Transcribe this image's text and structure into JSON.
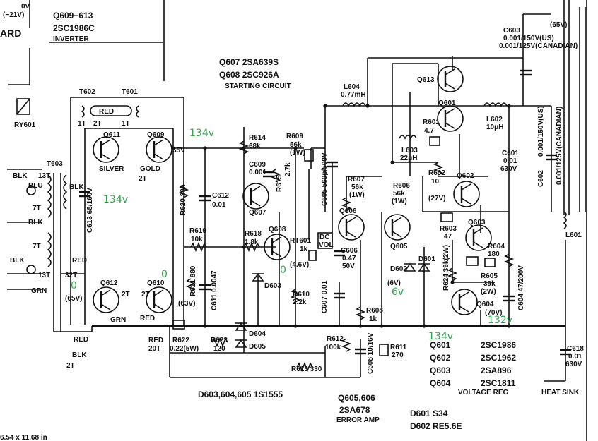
{
  "labels": {
    "q609_613_title": "Q609−613",
    "q609_613_part": "2SC1986C",
    "inverter": "INVERTER",
    "v0": "0V",
    "vm21": "(−21V)",
    "ard": "ARD",
    "q607_line": "Q607   2SA639S",
    "q608_line": "Q608   2SC926A",
    "starting_circuit": "STARTING CIRCUIT",
    "t602": "T602",
    "t601": "T601",
    "red_top": "RED",
    "one_t_a": "1T",
    "two_t_a": "2T",
    "one_t_b": "1T",
    "ry601": "RY601",
    "t603": "T603",
    "q611": "Q611",
    "q609": "Q609",
    "silver": "SILVER",
    "gold": "GOLD",
    "v65_q609": "65V",
    "two_t_q609": "2T",
    "blk_a": "BLK",
    "blu": "BLU",
    "thirteen_t_a": "13T",
    "seven_t_a": "7T",
    "blk_b": "BLK",
    "seven_t_b": "7T",
    "blk_c": "BLK",
    "thirteen_t_b": "13T",
    "grn_wire": "GRN",
    "blk_side": "BLK",
    "c613": "C613  68/160V",
    "red_mid": "RED",
    "thirtytwo_t": "32T",
    "r620": "R620  39k",
    "c612": "C612",
    "c612_val": "0.01",
    "r614": "R614",
    "r614_val": "68k",
    "c609": "C609",
    "c609_val": "0.001",
    "r615": "R615",
    "r615_val": "2.7k",
    "r609": "R609",
    "r609_val": "56k",
    "r609_w": "(1W)",
    "c605": "C605  560p/500V",
    "q607": "Q607",
    "r619": "R619",
    "r619_val": "10k",
    "r618": "R618",
    "r618_val": "1.8k",
    "q608": "Q608",
    "rt601": "RT601",
    "rt601_val": "1k",
    "dc_vol_a": "DC",
    "dc_vol_b": "VOL",
    "v4_6": "(4.6V)",
    "c606": "C606",
    "c606_val": "0.47",
    "c606_v": "50V",
    "d603": "D603",
    "r610": "R610",
    "r610_val": "2.2k",
    "c607": "C607  0.01",
    "r621": "R621  680",
    "c611": "C611  0.0047",
    "q612": "Q612",
    "q610": "Q610",
    "v65_q612": "(65V)",
    "two_t_q612": "2T",
    "two_t_q610": "2T",
    "grn_q612": "GRN",
    "red_q610": "RED",
    "v63": "(63V)",
    "red_bottom": "RED",
    "blk_bottom": "BLK",
    "two_t_bottom": "2T",
    "red_20t": "RED",
    "twenty_t": "20T",
    "r622": "R622",
    "r622_val": "0.22(5W)",
    "r623": "R623",
    "r623_val": "120",
    "d604": "D604",
    "d605": "D605",
    "r613": "R613  330",
    "l604": "L604",
    "l604_val": "0.77mH",
    "q613": "Q613",
    "q601": "Q601",
    "r601": "R601",
    "r601_val": "4.7",
    "l602": "L602",
    "l602_val": "10μH",
    "c603": "C603",
    "c603_v1": "0.001/150V(US)",
    "c603_v2": "0.001/125V(CANADIAN)",
    "v65_top": "(65V)",
    "l603": "L603",
    "l603_val": "22μH",
    "r602": "R602",
    "r602_val": "10",
    "q602": "Q602",
    "v27": "(27V)",
    "c601": "C601",
    "c601_val": "0.01",
    "c601_v": "630V",
    "c602": "C602",
    "c602_val": "0.001/150V(US)",
    "c602_val2": "0.001/125V(CANADIAN)",
    "r607": "R607",
    "r607_val": "56k",
    "r607_w": "(1W)",
    "r606": "R606",
    "r606_val": "56k",
    "r606_w": "(1W)",
    "q606": "Q606",
    "q605": "Q605",
    "r603": "R603",
    "r603_val": "47",
    "q603": "Q603",
    "r604": "R604",
    "r604_val": "180",
    "d601": "D601",
    "d602": "D602",
    "r624": "R624  39k(2W)",
    "r605": "R605",
    "r605_val": "39k",
    "r605_w": "(2W)",
    "c604": "C604  47/200V",
    "v6": "(6V)",
    "q604": "Q604",
    "v70": "(70V)",
    "l601": "L601",
    "r608": "R608",
    "r608_val": "1k",
    "r612": "R612",
    "r612_val": "100k",
    "c608": "C608  10/16V",
    "r611": "R611",
    "r611_val": "270",
    "c618": "C618",
    "c618_val": "0.01",
    "c618_v": "630V",
    "heat_sink": "HEAT SINK",
    "d603_605": "D603,604,605   1S1555",
    "q605_606": "Q605,606",
    "q605_606_part": "2SA678",
    "error_amp": "ERROR AMP",
    "vr_q601": "Q601",
    "vr_q602": "Q602",
    "vr_q603": "Q603",
    "vr_q604": "Q604",
    "vr_p601": "2SC1986",
    "vr_p602": "2SC1962",
    "vr_p603": "2SA896",
    "vr_p604": "2SC1811",
    "voltage_reg": "VOLTAGE REG",
    "d601_line": "D601   S34",
    "d602_line": "D602   RE5.6E",
    "page_size": "6.54 x 11.68 in"
  },
  "annotations": {
    "v134_top": "134v",
    "v134_left": "134v",
    "v0_q610": "0",
    "v0_q612": "0",
    "v0_q608": "0",
    "v6": "6v",
    "v134_bottom": "134v",
    "v132": "132v"
  },
  "colors": {
    "ink": "#111111",
    "annotation": "#2aa84a"
  }
}
